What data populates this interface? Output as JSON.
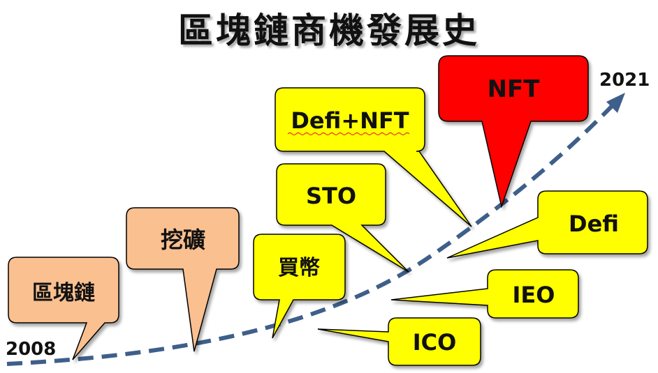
{
  "title": "區塊鏈商機發展史",
  "start_year": "2008",
  "end_year": "2021",
  "colors": {
    "peach": "#FAC090",
    "yellow": "#FFFF00",
    "red": "#FF0000",
    "curve": "#3E5F8A"
  },
  "bubbles": {
    "blockchain": "區塊鏈",
    "mining": "挖礦",
    "buy_coin": "買幣",
    "sto": "STO",
    "defi_nft": "Defi+NFT",
    "nft": "NFT",
    "defi": "Defi",
    "ieo": "IEO",
    "ico": "ICO"
  }
}
